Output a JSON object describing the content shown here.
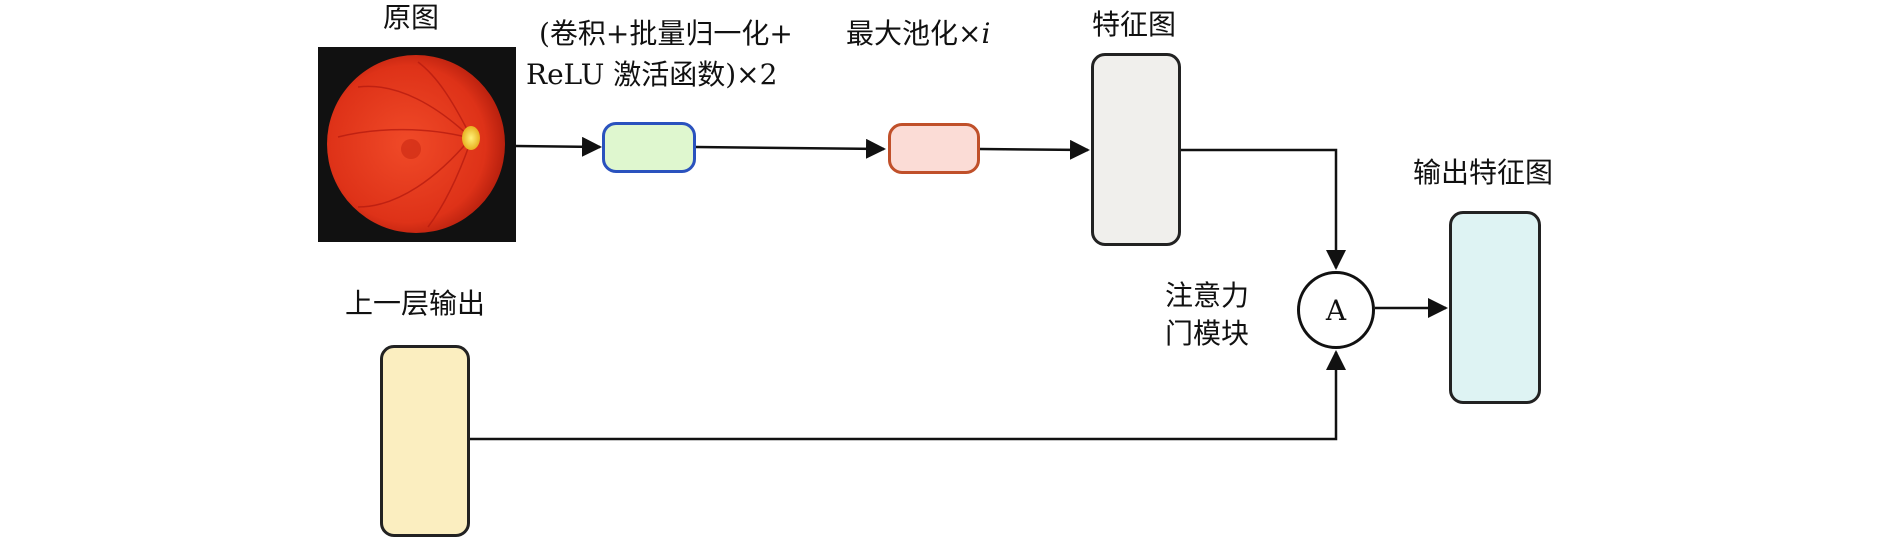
{
  "labels": {
    "original": "原图",
    "conv_line1": "(卷积+批量归一化+",
    "conv_line2": "ReLU 激活函数)×2",
    "pool_prefix": "最大池化×",
    "pool_var": "i",
    "feature_map": "特征图",
    "output_feature_map": "输出特征图",
    "prev_layer_output": "上一层输出",
    "attention_line1": "注意力",
    "attention_line2": "门模块",
    "attention_symbol": "A"
  },
  "colors": {
    "conv_fill": "#dff7cf",
    "conv_border": "#2a52be",
    "pool_fill": "#fbdcd6",
    "pool_border": "#c0502a",
    "feature_fill": "#f0efec",
    "feature_border": "#222222",
    "prev_fill": "#fbeec0",
    "prev_border": "#222222",
    "output_fill": "#def3f3",
    "output_border": "#222222",
    "fundus_red": "#e8321f",
    "optic_disc": "#f5e23a"
  }
}
